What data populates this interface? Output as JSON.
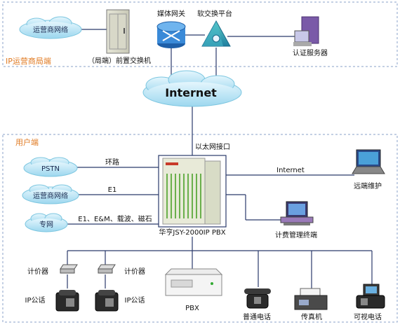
{
  "zones": {
    "carrier": "IP运营商局端",
    "user": "用户端"
  },
  "colors": {
    "zone_label": "#e07a22",
    "zone_border": "#8aa0c8",
    "cloud_fill": "#bfe6f5",
    "cloud_stroke": "#7cc6e0",
    "line": "#2a3a6a"
  },
  "nodes": {
    "carrier_cloud": "运营商网络",
    "front_switch": "（局端）前置交换机",
    "media_gateway": "媒体网关",
    "softswitch": "软交换平台",
    "auth_server": "认证服务器",
    "internet": "Internet",
    "ethernet_port": "以太网接口",
    "pstn": "PSTN",
    "carrier_net": "运营商网络",
    "private_net": "专网",
    "pbx_main": "华亨JSY-2000IP PBX",
    "remote": "远端维护",
    "billing": "计费管理终端",
    "meter1": "计价器",
    "meter2": "计价器",
    "ip_phone1": "IP公话",
    "ip_phone2": "IP公话",
    "pbx": "PBX",
    "phone": "普通电话",
    "fax": "传真机",
    "video_phone": "可视电话"
  },
  "links": {
    "loop": "环路",
    "e1": "E1",
    "private": "E1、E&M、载波、磁石",
    "internet": "Internet"
  },
  "icons": [
    "cloud-icon",
    "switch-rack-icon",
    "router-icon",
    "pyramid-icon",
    "server-icon",
    "pbx-cabinet-icon",
    "laptop-icon",
    "computer-icon",
    "meter-icon",
    "ip-phone-icon",
    "pbx-box-icon",
    "telephone-icon",
    "fax-icon",
    "video-phone-icon"
  ]
}
